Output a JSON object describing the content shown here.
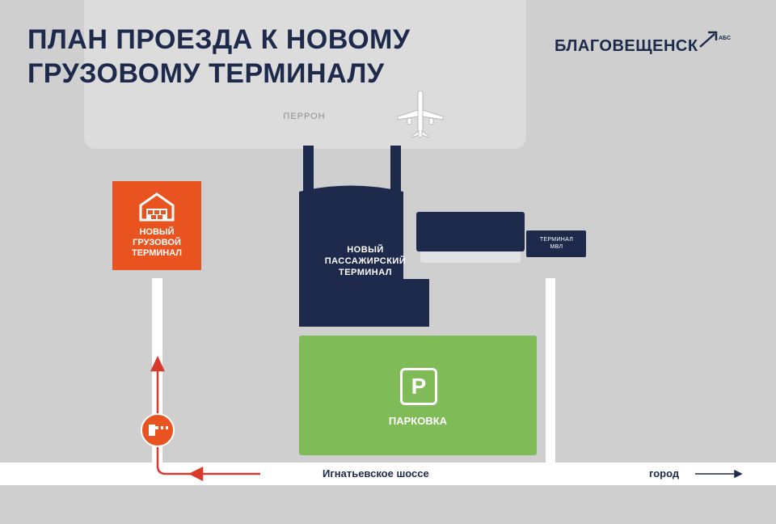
{
  "title": {
    "line1": "ПЛАН ПРОЕЗДА К НОВОМУ",
    "line2": "ГРУЗОВОМУ ТЕРМИНАЛУ"
  },
  "logo": {
    "name": "БЛАГОВЕЩЕНСК",
    "sub": "АБС",
    "icon": "logo-arrow-icon"
  },
  "apron": {
    "label": "ПЕРРОН",
    "icon": "airplane-icon"
  },
  "cargo_terminal": {
    "line1": "НОВЫЙ",
    "line2": "ГРУЗОВОЙ",
    "line3": "ТЕРМИНАЛ",
    "icon": "warehouse-icon"
  },
  "passenger_terminal": {
    "line1": "НОВЫЙ",
    "line2": "ПАССАЖИРСКИЙ",
    "line3": "ТЕРМИНАЛ"
  },
  "mvl_terminal": {
    "line1": "ТЕРМИНАЛ",
    "line2": "МВЛ"
  },
  "parking": {
    "sign": "P",
    "label": "ПАРКОВКА"
  },
  "road": {
    "name": "Игнатьевское шоссе",
    "city": "город"
  },
  "colors": {
    "navy": "#1d2a4c",
    "orange": "#e9531f",
    "green": "#7fbb57",
    "route": "#d93a2b"
  },
  "icons": {
    "checkpoint": "barrier-icon",
    "route": "route-arrow-icon"
  }
}
